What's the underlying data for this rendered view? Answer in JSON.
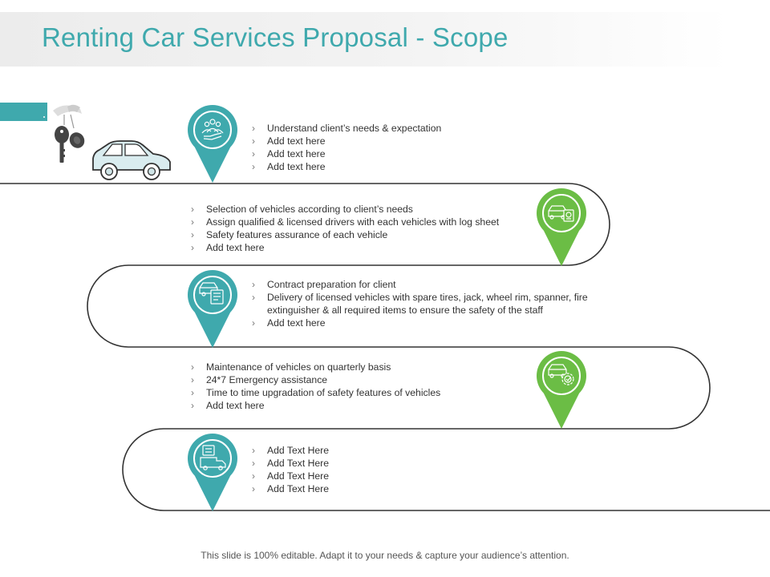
{
  "title": "Renting Car Services Proposal - Scope",
  "colors": {
    "teal": "#3fa9ad",
    "green": "#6bbd45",
    "road": "#333333"
  },
  "stages": [
    {
      "icon": "customer-group-icon",
      "pin_color": "teal",
      "items": [
        "Understand client’s needs & expectation",
        "Add text here",
        "Add text here",
        "Add text here"
      ]
    },
    {
      "icon": "car-certificate-icon",
      "pin_color": "green",
      "items": [
        "Selection of vehicles according to client’s needs",
        "Assign qualified & licensed drivers with each vehicles with log sheet",
        "Safety features assurance of each vehicle",
        "Add text here"
      ]
    },
    {
      "icon": "car-contract-icon",
      "pin_color": "teal",
      "items": [
        "Contract preparation for client",
        "Delivery of licensed vehicles with spare tires, jack, wheel rim, spanner, fire extinguisher & all required items to ensure the safety of the staff",
        "Add text here"
      ]
    },
    {
      "icon": "car-maintenance-icon",
      "pin_color": "green",
      "items": [
        "Maintenance of vehicles on quarterly basis",
        "24*7 Emergency assistance",
        "Time to time upgradation of safety features of vehicles",
        "Add text here"
      ]
    },
    {
      "icon": "delivery-truck-icon",
      "pin_color": "teal",
      "items": [
        "Add Text Here",
        "Add Text Here",
        "Add Text Here",
        "Add Text Here"
      ]
    }
  ],
  "footer": "This slide is 100% editable. Adapt it to your needs & capture your audience’s attention."
}
